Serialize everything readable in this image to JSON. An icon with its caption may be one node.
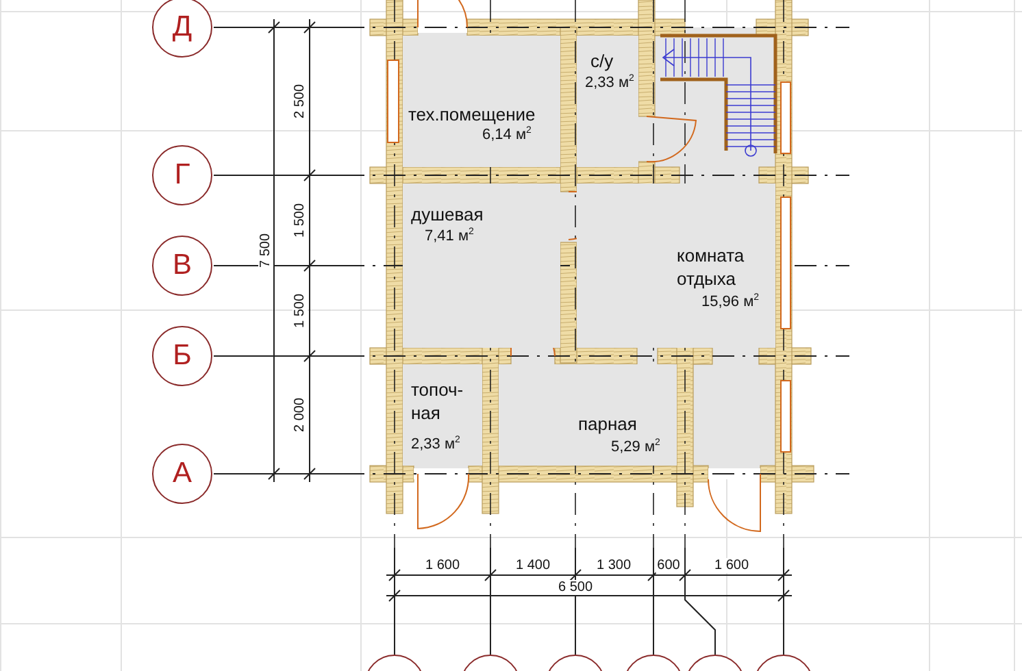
{
  "diagram": {
    "nodes": [
      {
        "text": [
          "Д"
        ]
      },
      {
        "text": [
          "Г"
        ]
      },
      {
        "text": [
          "В"
        ]
      },
      {
        "text": [
          "Б"
        ]
      },
      {
        "text": [
          "А"
        ]
      },
      {
        "text": [
          "тех.помещение",
          "6,14 м$^{2}$"
        ]
      },
      {
        "text": [
          "с/у",
          "2,33 м$^{2}$"
        ]
      },
      {
        "text": [
          "душевая",
          "7,41 м$^{2}$"
        ]
      },
      {
        "text": [
          "комната отдыха",
          "15,96 м$^{2}$"
        ]
      },
      {
        "text": [
          "топоч- ная",
          "2,33 м$^{2}$"
        ]
      },
      {
        "text": [
          "парная",
          "5,29 м$^{2}$"
        ]
      },
      {
        "text": [],
        "shape": "circle"
      },
      {
        "text": [],
        "shape": "circle"
      },
      {
        "text": [],
        "shape": "circle"
      },
      {
        "text": [],
        "shape": "circle"
      },
      {
        "text": [],
        "shape": "circle"
      },
      {
        "text": [],
        "shape": "circle"
      }
    ],
    "labels": [
      "2 500",
      "7 500",
      "1 500",
      "1 500",
      "2 000",
      "1 600",
      "1 400",
      "1 300",
      "600",
      "1 600",
      "6 500"
    ]
  }
}
